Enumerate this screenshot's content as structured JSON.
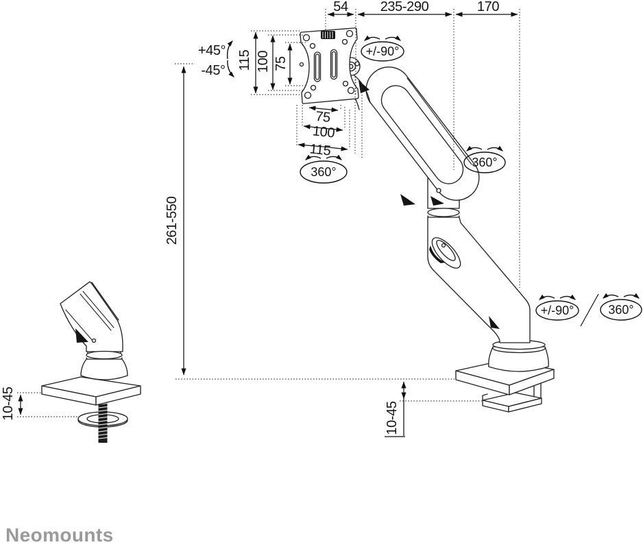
{
  "brand": {
    "logo": "Neomounts"
  },
  "dims": {
    "top_left": "54",
    "top_middle": "235-290",
    "top_right": "170",
    "vesa_v_outer": "115",
    "vesa_v_middle": "100",
    "vesa_v_inner": "75",
    "vesa_h_inner": "75",
    "vesa_h_middle": "100",
    "vesa_h_outer": "115",
    "height_range": "261-550",
    "clamp_left": "10-45",
    "clamp_right": "10-45"
  },
  "angles": {
    "tilt_up": "+45°",
    "tilt_down": "-45°",
    "swivel_head": "+/-90°",
    "rotate_vesa": "360°",
    "rotate_arm": "360°",
    "swivel_base": "+/-90°",
    "rotate_base": "360°"
  }
}
